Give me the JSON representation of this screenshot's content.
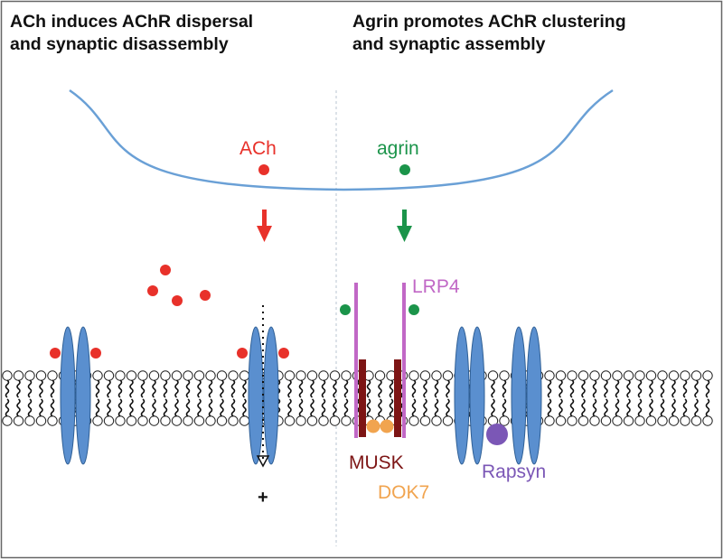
{
  "headings": {
    "left": {
      "line1": "ACh induces AChR dispersal",
      "line2": "and synaptic disassembly"
    },
    "right": {
      "line1": "Agrin promotes AChR clustering",
      "line2": "and synaptic assembly"
    }
  },
  "labels": {
    "ach": "ACh",
    "agrin": "agrin",
    "lrp4": "LRP4",
    "musk": "MUSK",
    "dok7": "DOK7",
    "rapsyn": "Rapsyn",
    "plus": "+"
  },
  "colors": {
    "ach": "#e8312a",
    "agrin": "#1b944a",
    "lrp4": "#c168c6",
    "musk": "#7d1515",
    "dok7": "#f1a44f",
    "rapsyn": "#7b57b6",
    "receptor": "#5a8fcf",
    "terminal": "#6aa0d6"
  }
}
